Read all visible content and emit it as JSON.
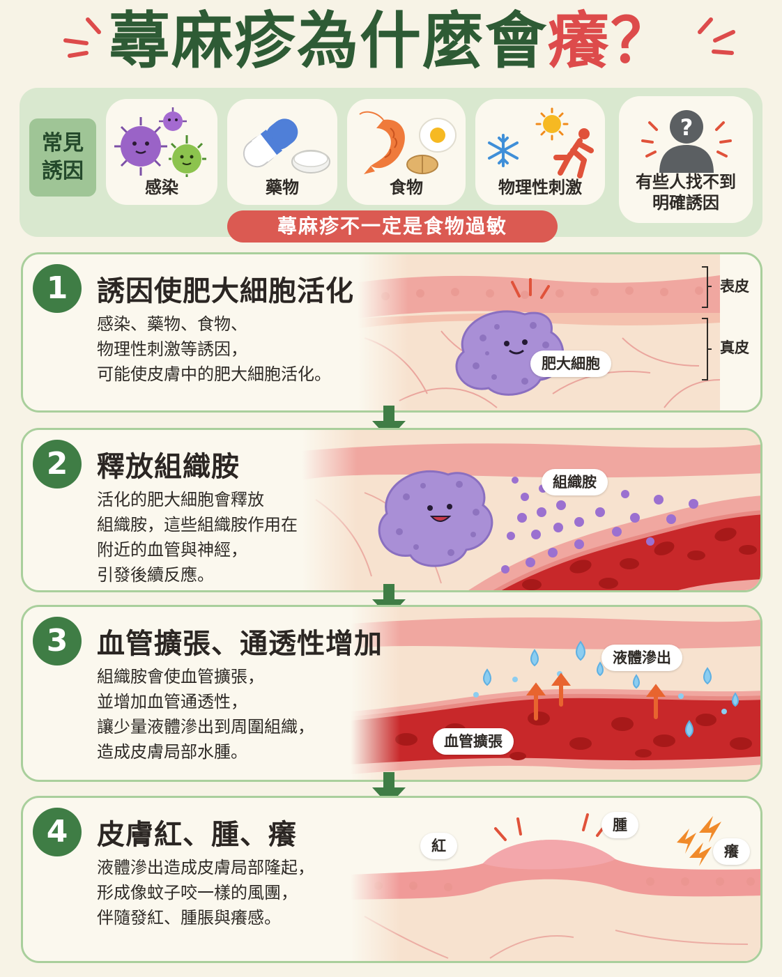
{
  "title": {
    "part1": "蕁麻疹為什麼會",
    "part2": "癢",
    "part3": "？"
  },
  "triggers": {
    "label": "常見\n誘因",
    "items": [
      {
        "label": "感染",
        "icon": "virus-icon"
      },
      {
        "label": "藥物",
        "icon": "pill-icon"
      },
      {
        "label": "食物",
        "icon": "food-icon"
      },
      {
        "label": "物理性刺激",
        "icon": "physical-stimulus-icon"
      },
      {
        "label": "有些人找不到\n明確誘因",
        "icon": "unknown-person-icon"
      }
    ],
    "note": "蕁麻疹不一定是食物過敏"
  },
  "steps": [
    {
      "number": "1",
      "heading": "誘因使肥大細胞活化",
      "body": "感染、藥物、食物、\n物理性刺激等誘因，\n可能使皮膚中的肥大細胞活化。",
      "tags": {
        "cell": "肥大細胞",
        "epidermis": "表皮",
        "dermis": "真皮"
      }
    },
    {
      "number": "2",
      "heading": "釋放組織胺",
      "body": "活化的肥大細胞會釋放\n組織胺，這些組織胺作用在\n附近的血管與神經，\n引發後續反應。",
      "tags": {
        "histamine": "組織胺"
      }
    },
    {
      "number": "3",
      "heading": "血管擴張、通透性增加",
      "body": "組織胺會使血管擴張，\n並增加血管通透性，\n讓少量液體滲出到周圍組織，\n造成皮膚局部水腫。",
      "tags": {
        "leak": "液體滲出",
        "dilate": "血管擴張"
      }
    },
    {
      "number": "4",
      "heading": "皮膚紅、腫、癢",
      "body": "液體滲出造成皮膚局部隆起，\n形成像蚊子咬一樣的風團，\n伴隨發紅、腫脹與癢感。",
      "tags": {
        "red": "紅",
        "swell": "腫",
        "itch": "癢"
      }
    }
  ],
  "colors": {
    "title_green": "#2e5b35",
    "title_red": "#dd4b4b",
    "panel_green": "#d9e8cf",
    "step_border": "#a9cf9c",
    "number_green": "#3f7d45",
    "note_red": "#db5a52",
    "mast_cell": "#a98fd6",
    "blood": "#c8282a",
    "skin_pink": "#f1b3ae"
  }
}
